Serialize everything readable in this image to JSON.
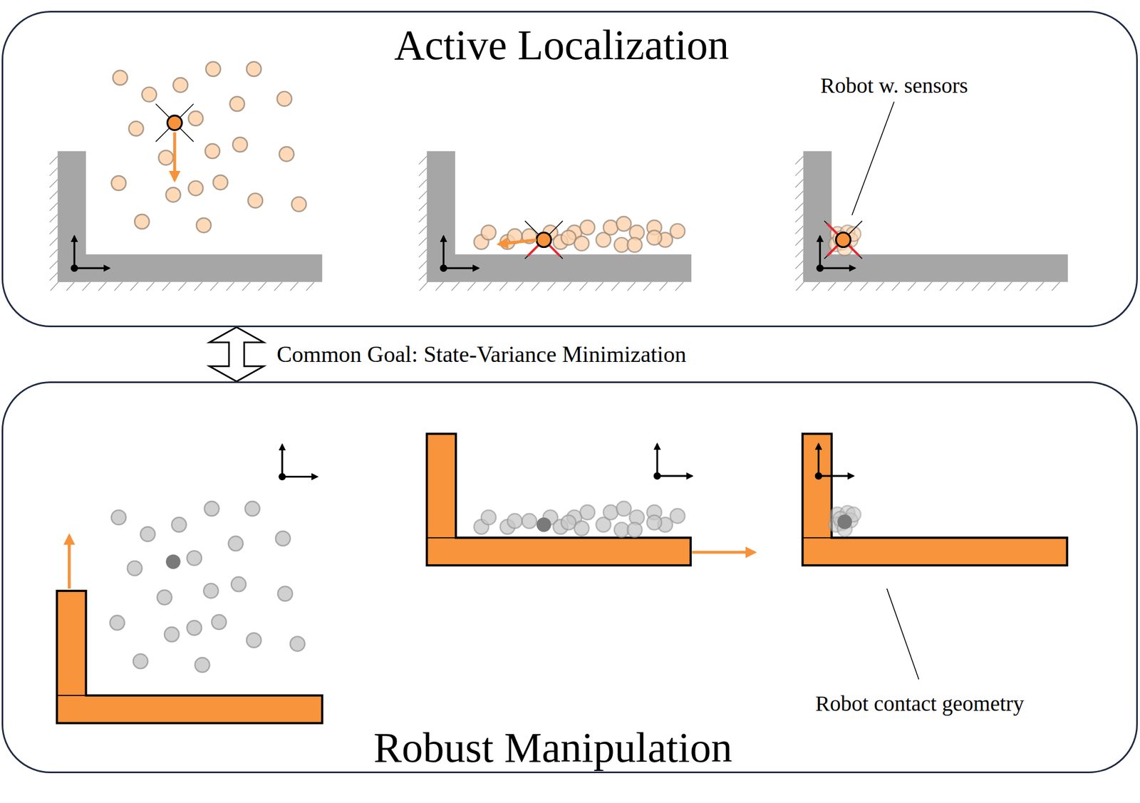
{
  "diagram": {
    "nodes": [
      {
        "text": [
          "Active Localization"
        ]
      },
      {
        "text": [
          "Robust Manipulation"
        ]
      }
    ],
    "edges": [
      {
        "from": 0,
        "to": 1,
        "arrow": "both",
        "label": "Common Goal: State-Variance Minimization"
      }
    ],
    "labels": [
      "Robot w. sensors",
      "Robot contact geometry"
    ]
  }
}
